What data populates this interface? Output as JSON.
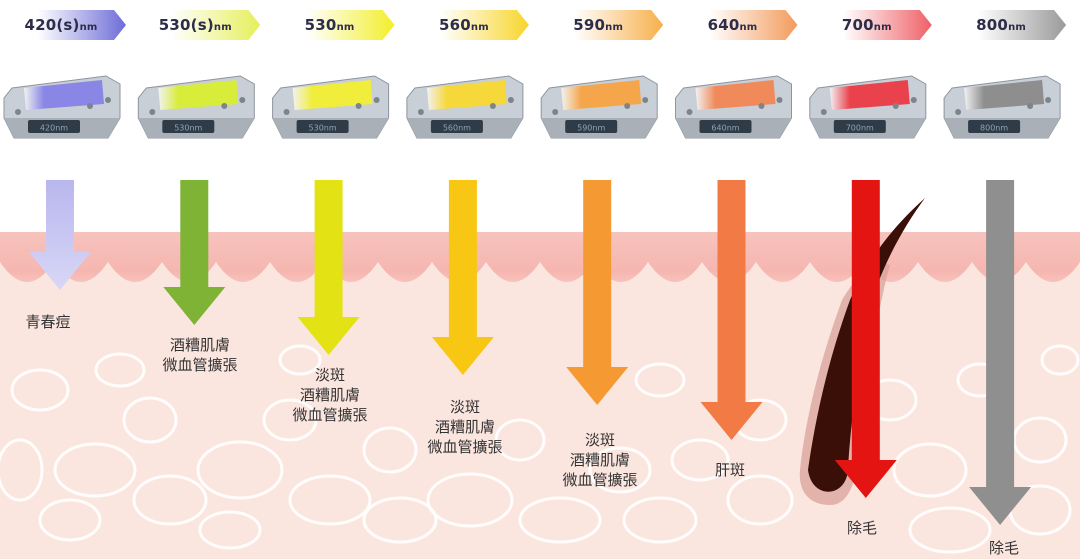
{
  "filters": [
    {
      "id": "f420",
      "wavelength": "420(s)",
      "unit": "nm",
      "tab_color": "#6c6cd8",
      "glass": "#8a86e6",
      "arrow": "#b9b6ee",
      "arrow_end": "#d8d7f6",
      "desc": [
        "青春痘"
      ],
      "plate": "420nm"
    },
    {
      "id": "f530s",
      "wavelength": "530(s)",
      "unit": "nm",
      "tab_color": "#e6ef5a",
      "glass": "#d8ec3a",
      "arrow": "#7fb335",
      "arrow_end": "#7fb335",
      "desc": [
        "酒糟肌膚",
        "微血管擴張"
      ],
      "plate": "530nm"
    },
    {
      "id": "f530",
      "wavelength": "530",
      "unit": "nm",
      "tab_color": "#f2ef2a",
      "glass": "#f0ee3a",
      "arrow": "#e2e215",
      "arrow_end": "#e2e215",
      "desc": [
        "淡斑",
        "酒糟肌膚",
        "微血管擴張"
      ],
      "plate": "530nm"
    },
    {
      "id": "f560",
      "wavelength": "560",
      "unit": "nm",
      "tab_color": "#f8d52a",
      "glass": "#f6d83a",
      "arrow": "#f7c713",
      "arrow_end": "#f7c713",
      "desc": [
        "淡斑",
        "酒糟肌膚",
        "微血管擴張"
      ],
      "plate": "560nm"
    },
    {
      "id": "f590",
      "wavelength": "590",
      "unit": "nm",
      "tab_color": "#f7b04a",
      "glass": "#f5a64a",
      "arrow": "#f59a33",
      "arrow_end": "#f59a33",
      "desc": [
        "淡斑",
        "酒糟肌膚",
        "微血管擴張"
      ],
      "plate": "590nm"
    },
    {
      "id": "f640",
      "wavelength": "640",
      "unit": "nm",
      "tab_color": "#f39a5a",
      "glass": "#f08a5a",
      "arrow": "#f27a44",
      "arrow_end": "#f27a44",
      "desc": [
        "肝斑"
      ],
      "plate": "640nm"
    },
    {
      "id": "f700",
      "wavelength": "700",
      "unit": "nm",
      "tab_color": "#ee6066",
      "glass": "#e9424c",
      "arrow": "#e31412",
      "arrow_end": "#e31412",
      "desc": [
        "除毛"
      ],
      "plate": "700nm"
    },
    {
      "id": "f800",
      "wavelength": "800",
      "unit": "nm",
      "tab_color": "#9a9a9a",
      "glass": "#8e8e8e",
      "arrow": "#8f8f8f",
      "arrow_end": "#8f8f8f",
      "desc": [
        "除毛"
      ],
      "plate": "800nm"
    }
  ],
  "colors": {
    "skin_top": "#f6b9b4",
    "skin_mid": "#fbe0d8",
    "skin_low": "#fff0ec",
    "hair": "#3a0f08"
  }
}
